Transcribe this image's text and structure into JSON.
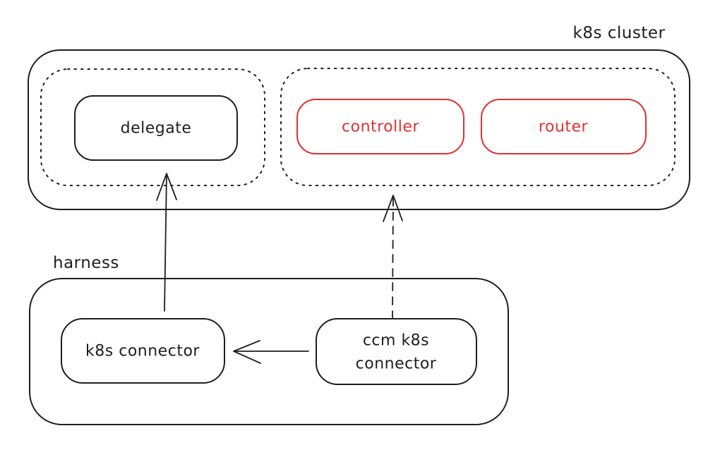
{
  "diagram": {
    "k8s_cluster": {
      "label": "k8s cluster",
      "delegate_namespace": {
        "delegate": {
          "label": "delegate"
        }
      },
      "ccm_namespace": {
        "controller": {
          "label": "controller"
        },
        "router": {
          "label": "router"
        }
      }
    },
    "harness": {
      "label": "harness",
      "k8s_connector": {
        "label": "k8s connector"
      },
      "ccm_k8s_connector": {
        "label_line1": "ccm k8s",
        "label_line2": "connector"
      }
    },
    "connections": [
      {
        "from": "k8s connector",
        "to": "delegate",
        "style": "solid"
      },
      {
        "from": "ccm k8s connector",
        "to": "ccm namespace",
        "style": "dashed"
      },
      {
        "from": "ccm k8s connector",
        "to": "k8s connector",
        "style": "solid"
      }
    ],
    "colors": {
      "stroke": "#1e1e1e",
      "accent": "#e03131",
      "background": "#ffffff"
    }
  }
}
